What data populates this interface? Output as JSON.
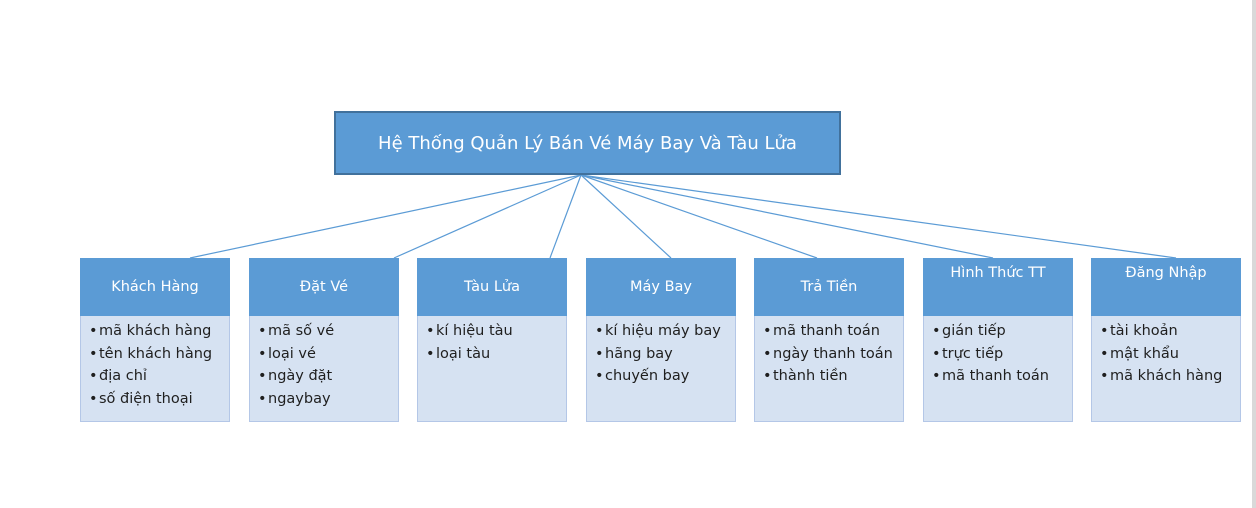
{
  "root": {
    "title": "Hệ Thống Quản Lý Bán Vé Máy Bay Và Tàu Lửa"
  },
  "colors": {
    "header": "#5b9bd5",
    "body": "#d6e2f2",
    "line": "#5b9bd5",
    "text": "#1f1f1f"
  },
  "entities": [
    {
      "name": "Khách Hàng",
      "attributes": [
        "mã khách hàng",
        "tên khách hàng",
        "địa chỉ",
        "số điện thoại"
      ]
    },
    {
      "name": "Đặt Vé",
      "attributes": [
        "mã số vé",
        "loại vé",
        "ngày đặt",
        "ngaybay"
      ]
    },
    {
      "name": "Tàu Lửa",
      "attributes": [
        "kí hiệu tàu",
        "loại tàu"
      ]
    },
    {
      "name": "Máy Bay",
      "attributes": [
        "kí hiệu máy bay",
        "hãng bay",
        "chuyến bay"
      ]
    },
    {
      "name": "Trả Tiền",
      "attributes": [
        "mã thanh toán",
        "ngày thanh toán",
        "thành tiền"
      ]
    },
    {
      "name": "Hình Thức TT",
      "attributes": [
        "gián tiếp",
        "trực tiếp",
        "mã thanh toán"
      ]
    },
    {
      "name": "Đăng Nhập",
      "attributes": [
        "tài khoản",
        "mật khẩu",
        "mã khách hàng"
      ]
    }
  ]
}
